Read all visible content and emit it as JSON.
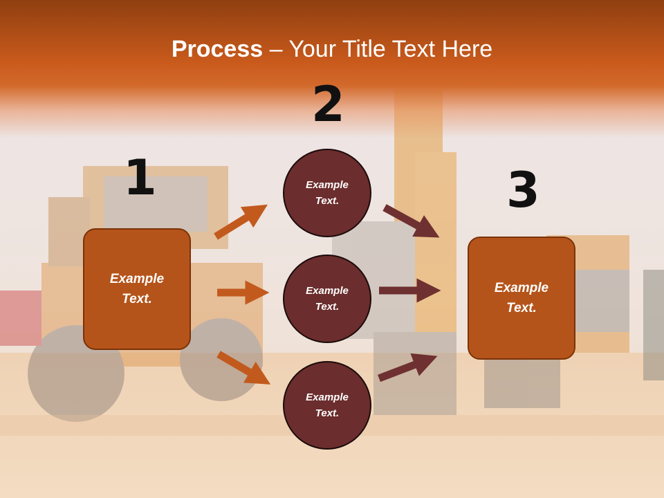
{
  "title": {
    "bold": "Process",
    "rest": " – Your Title Text Here"
  },
  "numbers": [
    "1",
    "2",
    "3"
  ],
  "left_box": {
    "line1": "Example",
    "line2": "Text."
  },
  "circles": [
    {
      "line1": "Example",
      "line2": "Text."
    },
    {
      "line1": "Example",
      "line2": "Text."
    },
    {
      "line1": "Example",
      "line2": "Text."
    }
  ],
  "right_box": {
    "line1": "Example",
    "line2": "Text."
  },
  "colors": {
    "title_band": "#c95a1c",
    "box": "#b5541a",
    "circle": "#6b2d2d",
    "arrow_orange": "#c25a1e",
    "arrow_dark": "#6e3030"
  }
}
